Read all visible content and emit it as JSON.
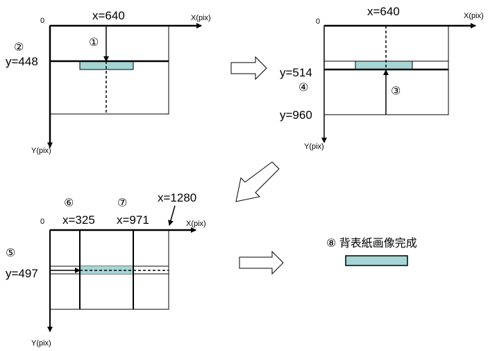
{
  "colors": {
    "band": "#a5d5d5",
    "line": "#000000"
  },
  "panel1": {
    "origin": "0",
    "x_axis": "X(pix)",
    "y_axis": "Y(pix)",
    "x_label": "x=640",
    "y_label": "y=448",
    "step1": "①",
    "step2": "②"
  },
  "panel2": {
    "origin": "0",
    "x_axis": "X(pix)",
    "y_axis": "Y(pix)",
    "x_label": "x=640",
    "y_label_top": "y=514",
    "y_label_bottom": "y=960",
    "step3": "③",
    "step4": "④"
  },
  "panel3": {
    "origin": "0",
    "x_axis": "X(pix)",
    "y_axis": "Y(pix)",
    "x_label_left": "x=325",
    "x_label_right": "x=971",
    "x_label_max": "x=1280",
    "y_label": "y=497",
    "step5": "⑤",
    "step6": "⑥",
    "step7": "⑦"
  },
  "result": {
    "label": "⑧ 背表紙画像完成"
  }
}
